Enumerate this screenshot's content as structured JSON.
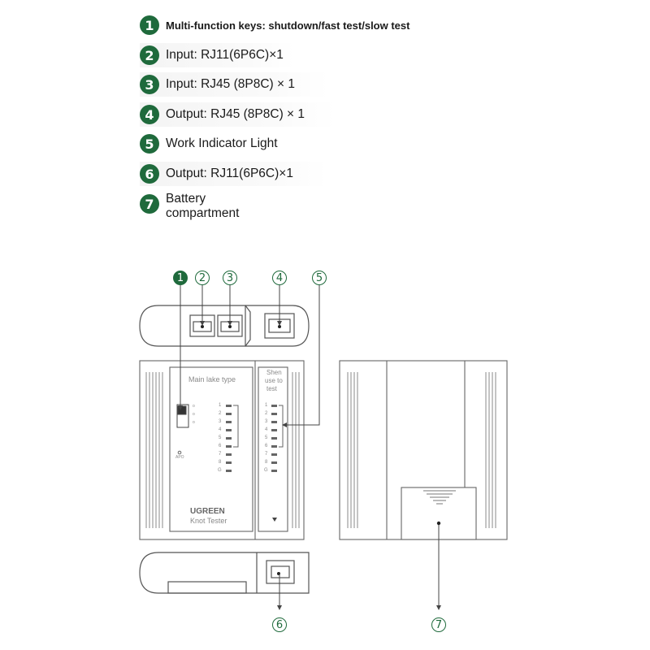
{
  "legend": [
    {
      "num": "1",
      "text": "Multi-function keys: shutdown/fast test/slow test"
    },
    {
      "num": "2",
      "text": "Input: RJ11(6P6C)×1"
    },
    {
      "num": "3",
      "text": "Input: RJ45 (8P8C) × 1"
    },
    {
      "num": "4",
      "text": "Output: RJ45 (8P8C) × 1"
    },
    {
      "num": "5",
      "text": "Work Indicator Light"
    },
    {
      "num": "6",
      "text": "Output: RJ11(6P6C)×1"
    },
    {
      "num": "7",
      "line1": "Battery",
      "line2": "compartment"
    }
  ],
  "diagram": {
    "callouts": [
      "1",
      "2",
      "3",
      "4",
      "5",
      "6",
      "7"
    ],
    "main_panel_title": "Main lake type",
    "side_panel_title_1": "Shen",
    "side_panel_title_2": "use to",
    "side_panel_title_3": "test",
    "apo_label": "APO",
    "brand": "UGREEN",
    "product": "Knot Tester",
    "left_led_labels": [
      "1",
      "2",
      "3",
      "4",
      "5",
      "6",
      "7",
      "8",
      "G"
    ],
    "right_led_labels": [
      "1",
      "2",
      "3",
      "4",
      "5",
      "6",
      "7",
      "8",
      "G"
    ],
    "switch_labels": [
      "o",
      "o",
      "o"
    ]
  },
  "colors": {
    "accent": "#1f6a3c",
    "line": "#555555"
  }
}
